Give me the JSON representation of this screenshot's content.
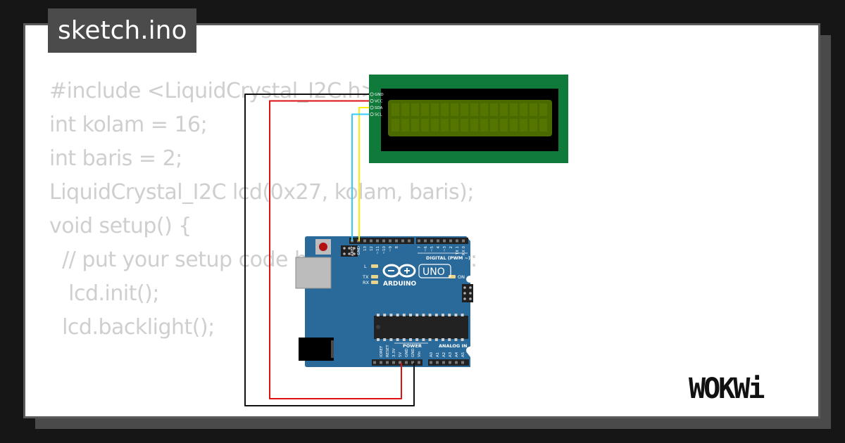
{
  "file_tab": {
    "name": "sketch.ino"
  },
  "code_lines": [
    "#include <LiquidCrystal_I2C.h>",
    "",
    "int kolam = 16;",
    "int baris = 2;",
    "",
    "LiquidCrystal_I2C lcd(0x27, kolam, baris);",
    "",
    "void setup() {",
    "  // put your setup code here, to run once:",
    "   lcd.init();",
    "  lcd.backlight();"
  ],
  "lcd": {
    "pins": [
      "GND",
      "VCC",
      "SDA",
      "SCL"
    ]
  },
  "arduino": {
    "brand": "ARDUINO",
    "model": "UNO",
    "digital_label": "DIGITAL (PWM ~)",
    "power_label": "POWER",
    "analog_label": "ANALOG IN",
    "led_labels": {
      "l": "L",
      "tx": "TX",
      "rx": "RX",
      "on": "ON"
    },
    "top_pin_labels": [
      "AREF",
      "GND",
      "13",
      "12",
      "~11",
      "~10",
      "~9",
      "8",
      "7",
      "~6",
      "~5",
      "4",
      "~3",
      "2",
      "TX 1",
      "RX 0"
    ],
    "power_pin_labels": [
      "IOREF",
      "RESET",
      "3.3V",
      "5V",
      "GND",
      "GND",
      "Vin"
    ],
    "analog_pin_labels": [
      "A0",
      "A1",
      "A2",
      "A3",
      "A4",
      "A5"
    ]
  },
  "logo": {
    "text": "WOKWi"
  },
  "colors": {
    "pcb_blue": "#2a6a9a",
    "lcd_green": "#0f7a3a",
    "lcd_screen": "#4a6a00",
    "wire_red": "#dd1111",
    "wire_black": "#111111",
    "wire_yellow": "#ffee00",
    "wire_cyan": "#33ccff"
  }
}
